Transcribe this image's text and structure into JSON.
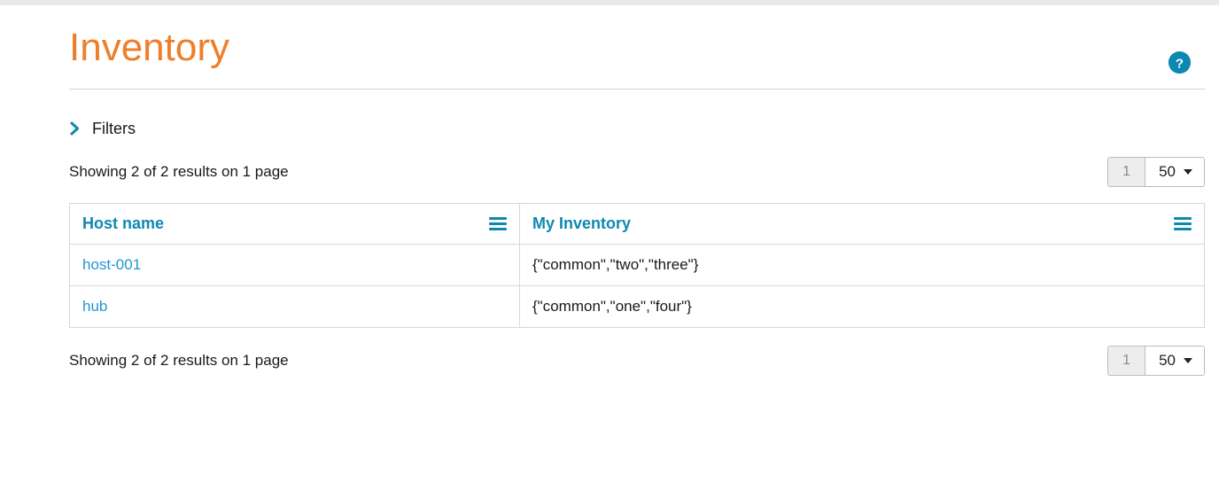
{
  "header": {
    "title": "Inventory",
    "help_icon": "help-circle-icon",
    "help_glyph": "?"
  },
  "filters": {
    "label": "Filters",
    "icon": "chevron-right-icon",
    "expanded": false
  },
  "results": {
    "top_text": "Showing 2 of 2 results on 1 page",
    "bottom_text": "Showing 2 of 2 results on 1 page"
  },
  "pagination": {
    "current_page": "1",
    "page_size": "50",
    "caret_icon": "chevron-down-icon"
  },
  "table": {
    "columns": [
      {
        "label": "Host name",
        "menu_icon": "hamburger-icon"
      },
      {
        "label": "My Inventory",
        "menu_icon": "hamburger-icon"
      }
    ],
    "rows": [
      {
        "host": "host-001",
        "inventory": "{\"common\",\"two\",\"three\"}"
      },
      {
        "host": "hub",
        "inventory": "{\"common\",\"one\",\"four\"}"
      }
    ]
  },
  "colors": {
    "title_orange": "#ef7e29",
    "link_blue": "#2196d3",
    "header_blue": "#0f88b1",
    "text_dark": "#191919",
    "border_grey": "#d8d8d8"
  }
}
